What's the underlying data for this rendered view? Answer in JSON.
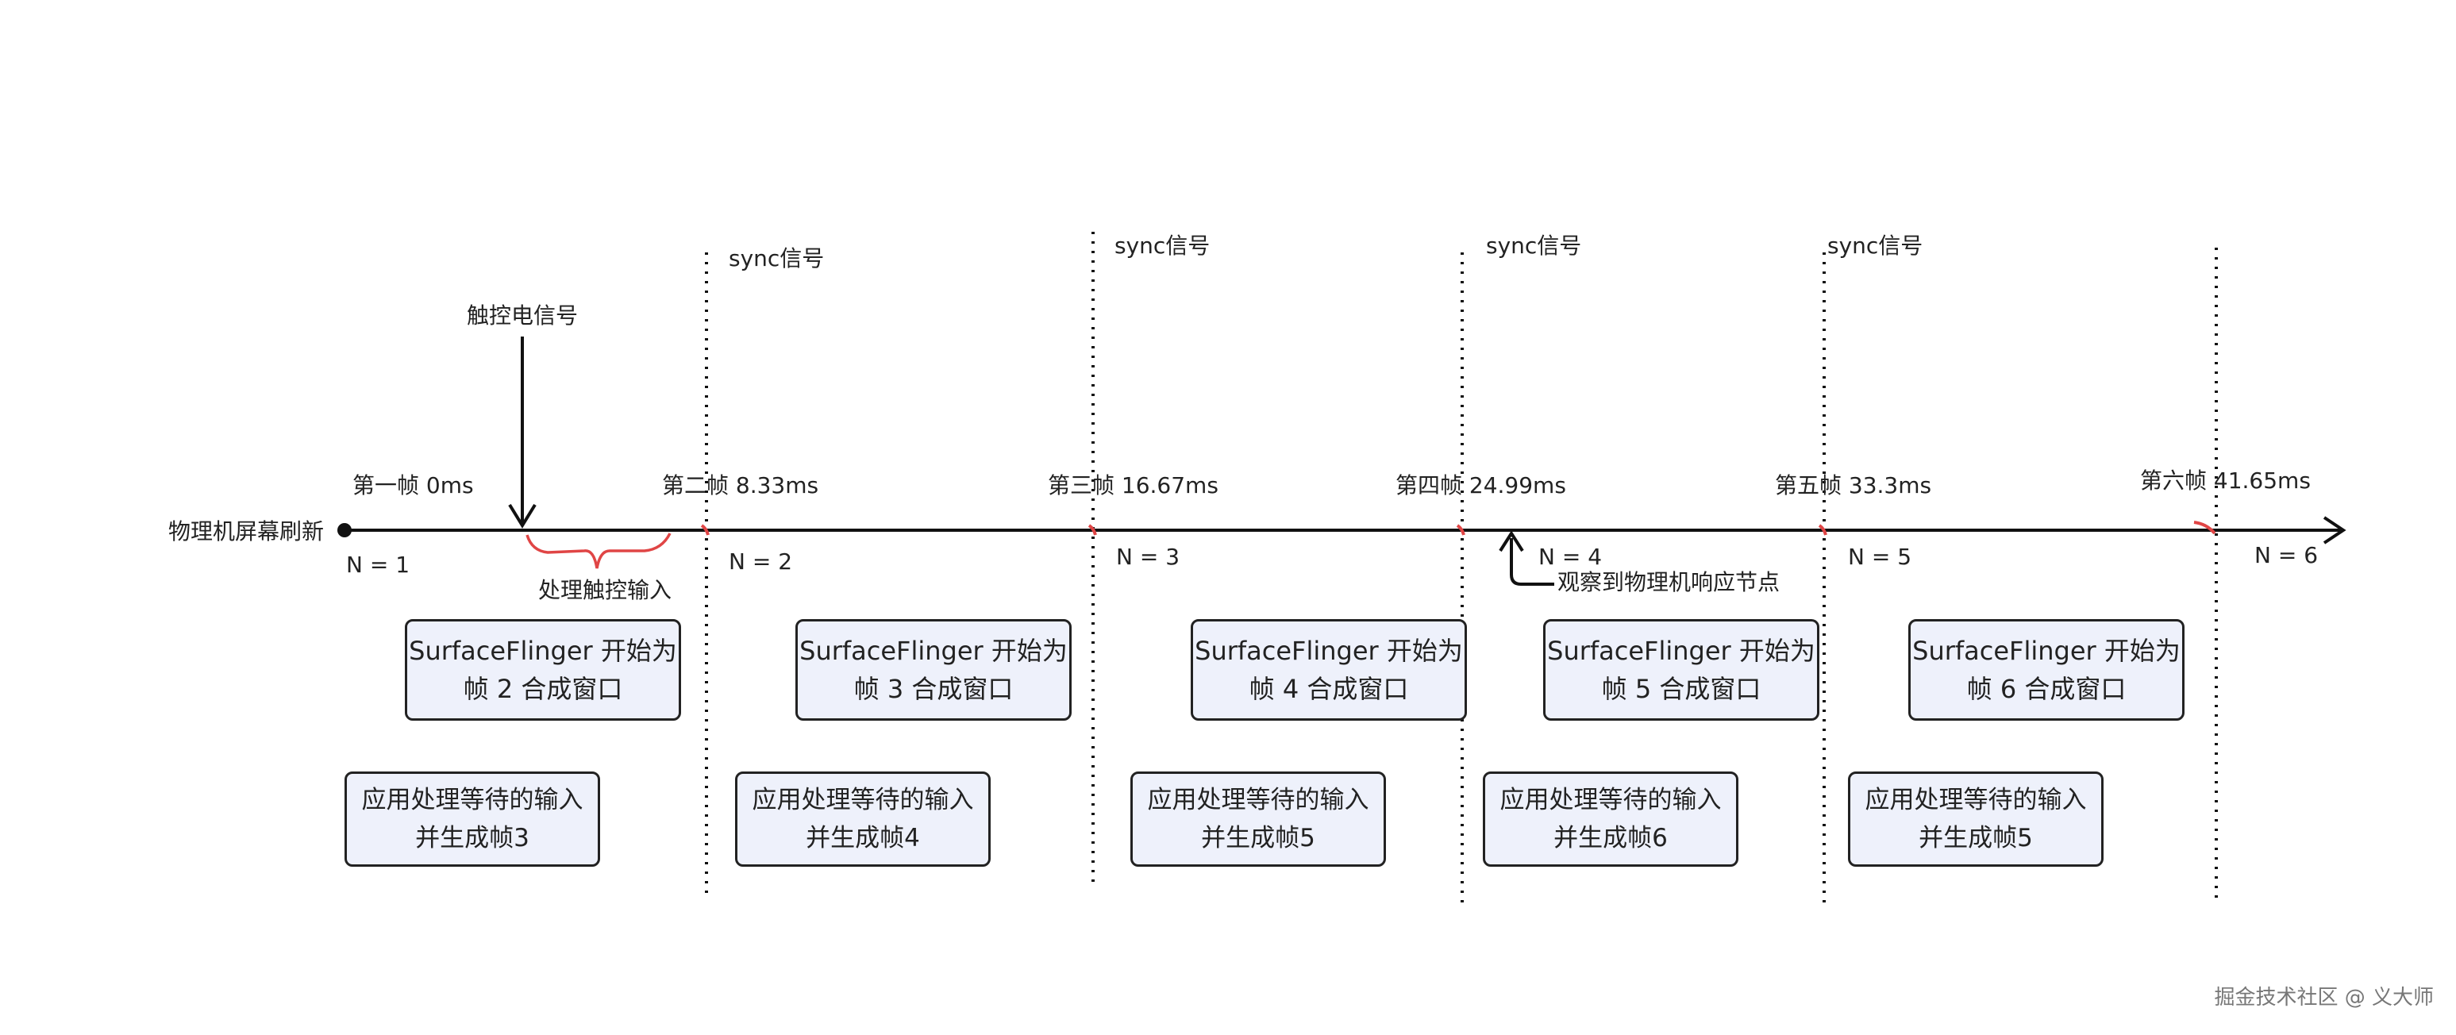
{
  "timeline_label": "物理机屏幕刷新",
  "touch_signal_label": "触控电信号",
  "touch_process_label": "处理触控输入",
  "observe_label": "观察到物理机响应节点",
  "sync_labels": [
    "sync信号",
    "sync信号",
    "sync信号",
    "sync信号"
  ],
  "frames": [
    {
      "label": "第一帧 0ms",
      "n": "N = 1"
    },
    {
      "label": "第二帧 8.33ms",
      "n": "N = 2"
    },
    {
      "label": "第三帧 16.67ms",
      "n": "N = 3"
    },
    {
      "label": "第四帧 24.99ms",
      "n": "N = 4"
    },
    {
      "label": "第五帧 33.3ms",
      "n": "N = 5"
    },
    {
      "label": "第六帧 41.65ms",
      "n": "N = 6"
    }
  ],
  "sf_boxes": [
    {
      "line1": "SurfaceFlinger 开始为",
      "line2": "帧 2 合成窗口"
    },
    {
      "line1": "SurfaceFlinger 开始为",
      "line2": "帧 3 合成窗口"
    },
    {
      "line1": "SurfaceFlinger 开始为",
      "line2": "帧 4 合成窗口"
    },
    {
      "line1": "SurfaceFlinger 开始为",
      "line2": "帧 5 合成窗口"
    },
    {
      "line1": "SurfaceFlinger 开始为",
      "line2": "帧 6 合成窗口"
    }
  ],
  "app_boxes": [
    {
      "line1": "应用处理等待的输入",
      "line2": "并生成帧3"
    },
    {
      "line1": "应用处理等待的输入",
      "line2": "并生成帧4"
    },
    {
      "line1": "应用处理等待的输入",
      "line2": "并生成帧5"
    },
    {
      "line1": "应用处理等待的输入",
      "line2": "并生成帧6"
    },
    {
      "line1": "应用处理等待的输入",
      "line2": "并生成帧5"
    }
  ],
  "watermark": "掘金技术社区 @ 义大师",
  "colors": {
    "line": "#111111",
    "box_fill": "#eef1fb",
    "accent": "#e04545"
  }
}
